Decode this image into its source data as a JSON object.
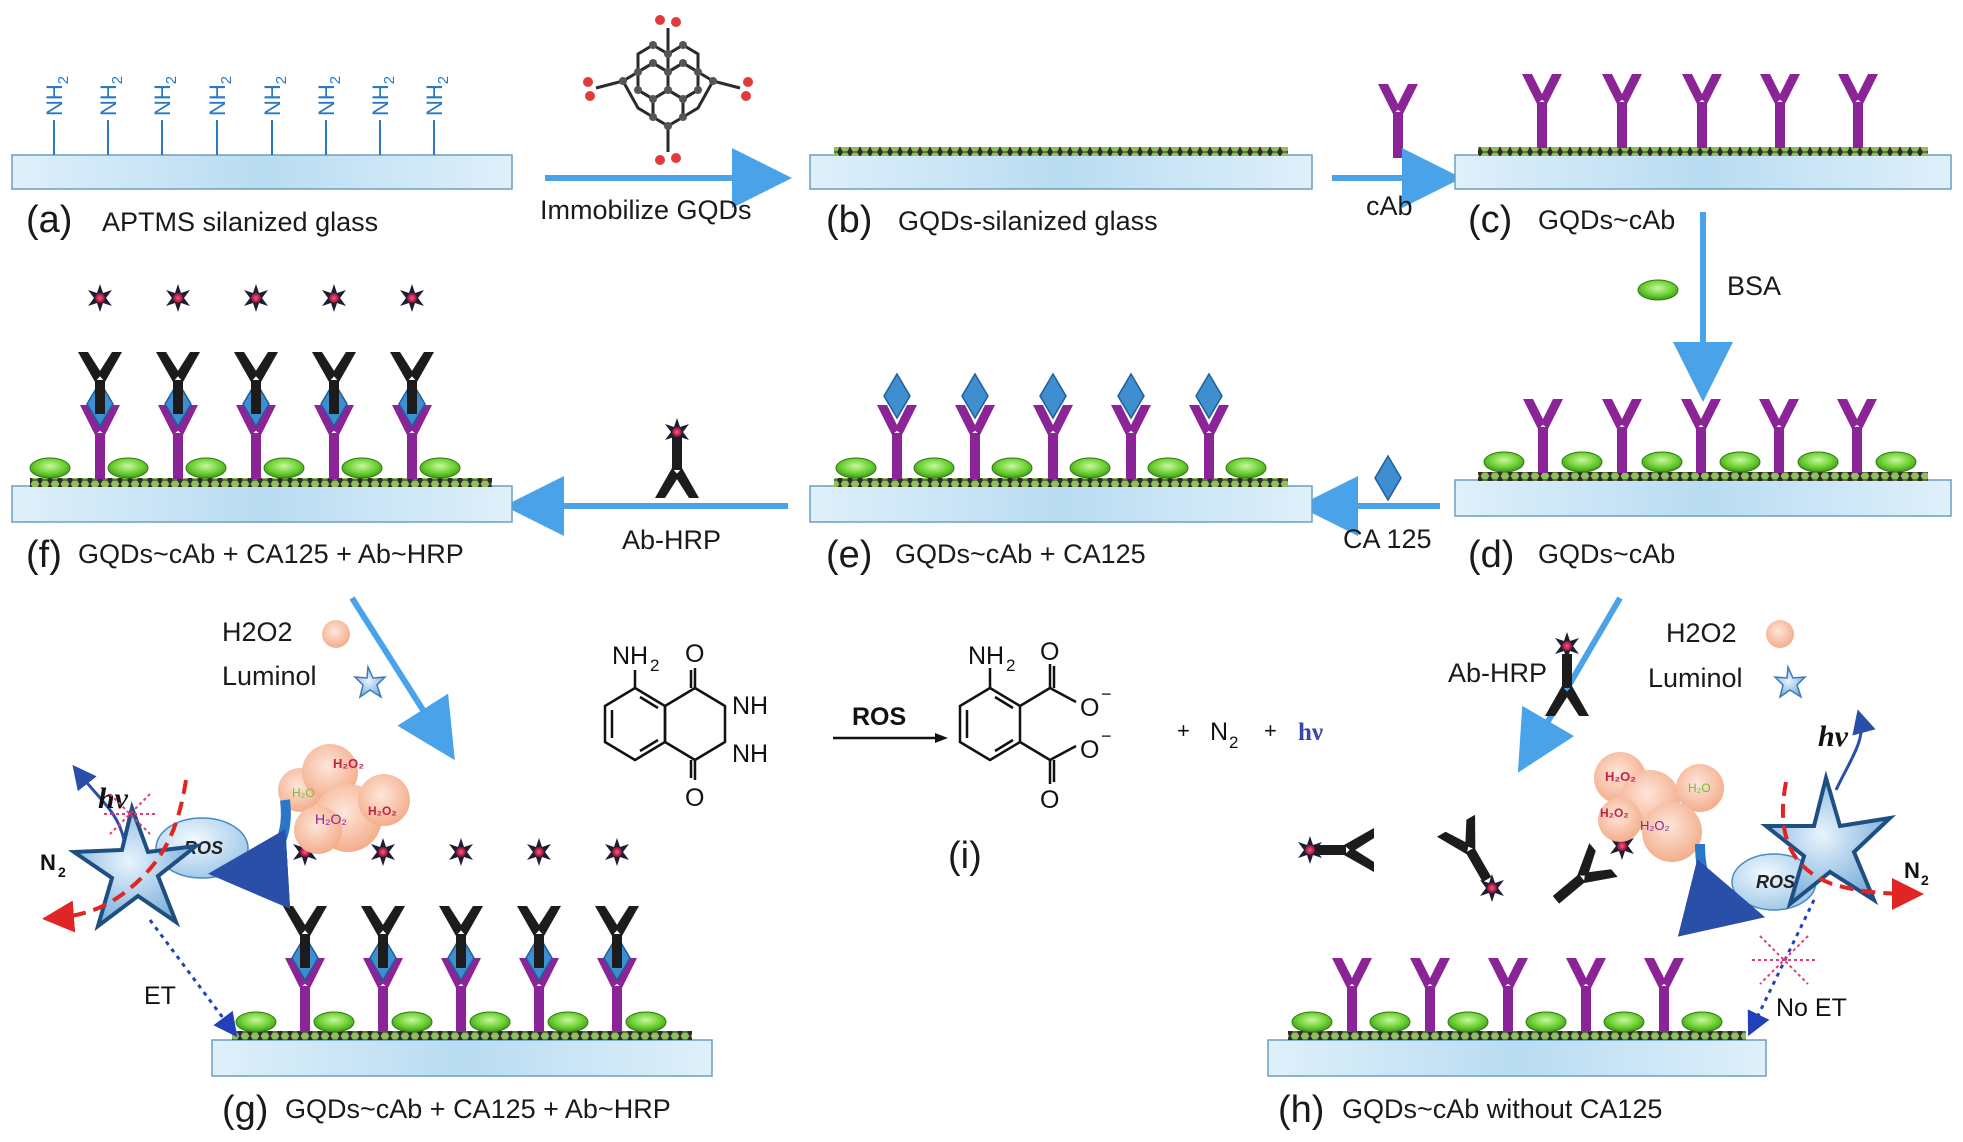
{
  "panels": {
    "a": {
      "letter": "(a)",
      "label": "APTMS silanized glass"
    },
    "b": {
      "letter": "(b)",
      "label": "GQDs-silanized glass"
    },
    "c": {
      "letter": "(c)",
      "label": "GQDs~cAb"
    },
    "d": {
      "letter": "(d)",
      "label": "GQDs~cAb"
    },
    "e": {
      "letter": "(e)",
      "label": "GQDs~cAb + CA125"
    },
    "f": {
      "letter": "(f)",
      "label": "GQDs~cAb + CA125 + Ab~HRP"
    },
    "g": {
      "letter": "(g)",
      "label": "GQDs~cAb + CA125 + Ab~HRP"
    },
    "h": {
      "letter": "(h)",
      "label": "GQDs~cAb without CA125"
    },
    "i": {
      "letter": "(i)"
    }
  },
  "amine_label": "NH",
  "amine_sub": "2",
  "steps": {
    "immobilize": "Immobilize GQDs",
    "cab": "cAb",
    "bsa": "BSA",
    "ca125": "CA 125",
    "ab_hrp": "Ab-HRP",
    "ab_hrp_right": "Ab-HRP"
  },
  "reagents": {
    "h2o2": "H2O2",
    "luminol": "Luminol"
  },
  "bubbles": {
    "h2o": "H₂O",
    "h2o2": "H₂O₂"
  },
  "reaction": {
    "nh2": "NH",
    "nh2_sub": "2",
    "nh": "NH",
    "ros": "ROS",
    "plus1": "+",
    "n2": "N",
    "n2_sub": "2",
    "plus2": "+",
    "hv": "hν",
    "o": "O",
    "o_minus": "O",
    "minus": "−"
  },
  "mechanism": {
    "ros": "ROS",
    "hv": "hν",
    "n2": "N",
    "n2_sub": "2",
    "et": "ET",
    "no_et": "No ET"
  },
  "colors": {
    "glass": "#c6e3f4",
    "glass_edge": "#6d9ec0",
    "arrow": "#4aa3e8",
    "antibody_capture": "#8b2496",
    "antibody_detect": "#1c1c1c",
    "antigen": "#3f8ed0",
    "bsa": "#5cc62a",
    "amine": "#2a78c4",
    "hrp": "#c01d4e",
    "h2o2_bubble": "#f6b594",
    "luminol_star": "#7fb4de",
    "dashed_red": "#e02525",
    "dotted_blue": "#2340b8"
  }
}
